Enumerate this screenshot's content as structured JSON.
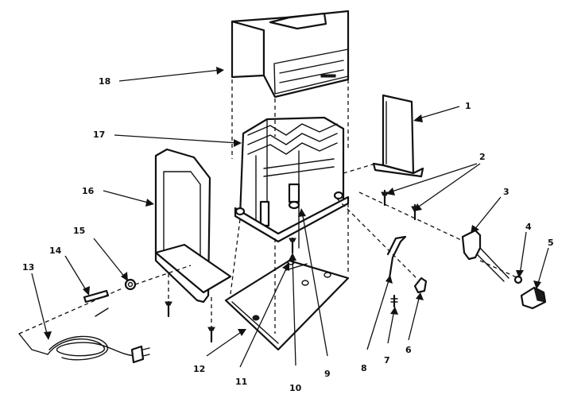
{
  "diagram": {
    "part_numbers": [
      {
        "id": "p1",
        "label": "1"
      },
      {
        "id": "p2",
        "label": "2"
      },
      {
        "id": "p3",
        "label": "3"
      },
      {
        "id": "p4",
        "label": "4"
      },
      {
        "id": "p5",
        "label": "5"
      },
      {
        "id": "p6",
        "label": "6"
      },
      {
        "id": "p7",
        "label": "7"
      },
      {
        "id": "p8",
        "label": "8"
      },
      {
        "id": "p9",
        "label": "9"
      },
      {
        "id": "p10",
        "label": "10"
      },
      {
        "id": "p11",
        "label": "11"
      },
      {
        "id": "p12",
        "label": "12"
      },
      {
        "id": "p13",
        "label": "13"
      },
      {
        "id": "p14",
        "label": "14"
      },
      {
        "id": "p15",
        "label": "15"
      },
      {
        "id": "p16",
        "label": "16"
      },
      {
        "id": "p17",
        "label": "17"
      },
      {
        "id": "p18",
        "label": "18"
      }
    ]
  }
}
